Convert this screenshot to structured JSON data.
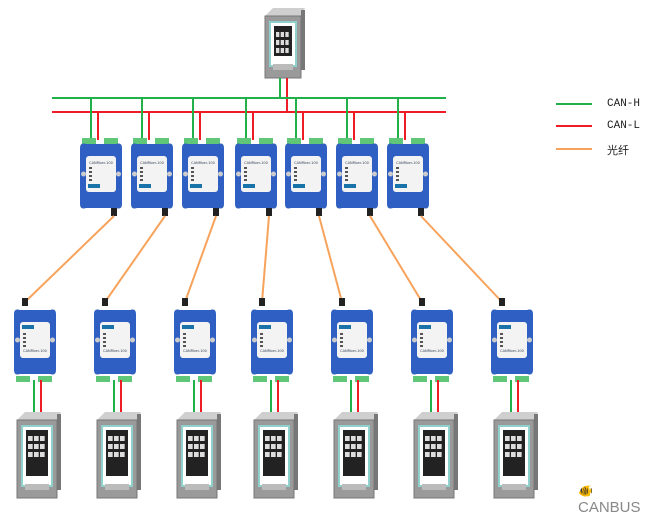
{
  "legend": [
    {
      "label": "CAN-H",
      "color": "#22b04b"
    },
    {
      "label": "CAN-L",
      "color": "#ee1c24"
    },
    {
      "label": "光纤",
      "color": "#f7a35c"
    }
  ],
  "device_model": "CANFiber-100",
  "watermark": "CANBUS",
  "colors": {
    "device_blue": "#2f5fc2",
    "terminal_green": "#5fc777",
    "cabinet_gray": "#9a9a9a",
    "cabinet_trim": "#8fd0cc"
  },
  "node_count": 7
}
